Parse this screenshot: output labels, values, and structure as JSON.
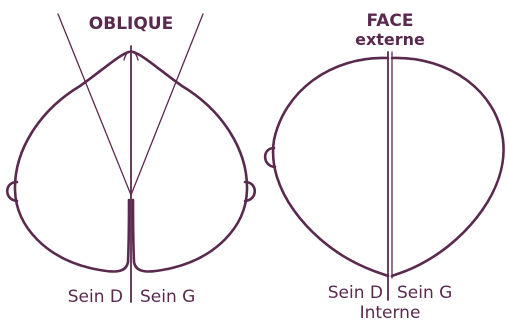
{
  "colors": {
    "ink": "#5a2a4e",
    "background": "#ffffff"
  },
  "oblique": {
    "title": "OBLIQUE",
    "left_label": "Sein D",
    "right_label": "Sein G"
  },
  "face": {
    "title": "FACE",
    "top_label": "externe",
    "left_label": "Sein D",
    "right_label": "Sein G",
    "bottom_label": "Interne"
  }
}
